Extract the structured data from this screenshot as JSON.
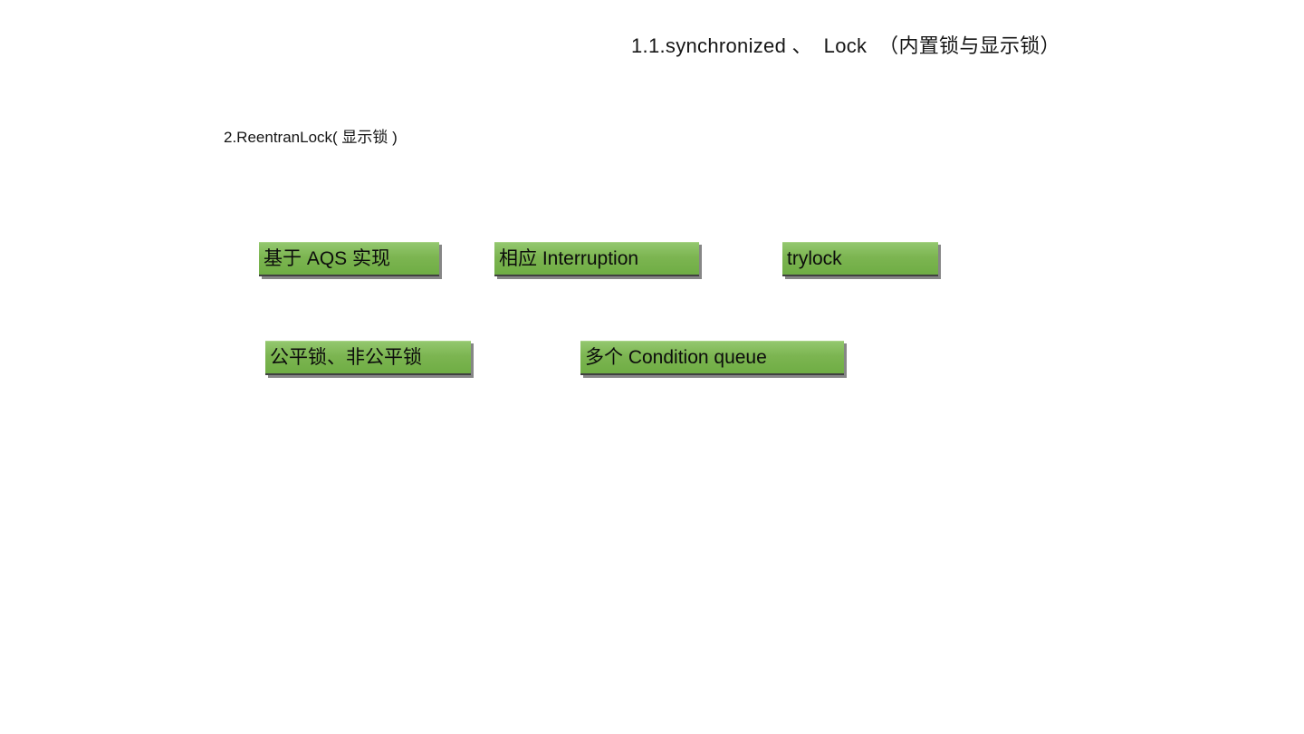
{
  "page": {
    "title": "1.1.synchronized 、  Lock  （内置锁与显示锁）",
    "subtitle": "2.ReentranLock( 显示锁 )"
  },
  "colors": {
    "node_green_top": "#93c76e",
    "node_green_bottom": "#6fad44",
    "node_bottom_edge": "#404040",
    "node_shadow": "#868686",
    "text": "#0c0c0c",
    "background": "#ffffff"
  },
  "nodes": [
    {
      "label": "基于 AQS 实现"
    },
    {
      "label": "相应 Interruption"
    },
    {
      "label": "trylock"
    },
    {
      "label": "公平锁、非公平锁"
    },
    {
      "label": "多个 Condition queue"
    }
  ]
}
